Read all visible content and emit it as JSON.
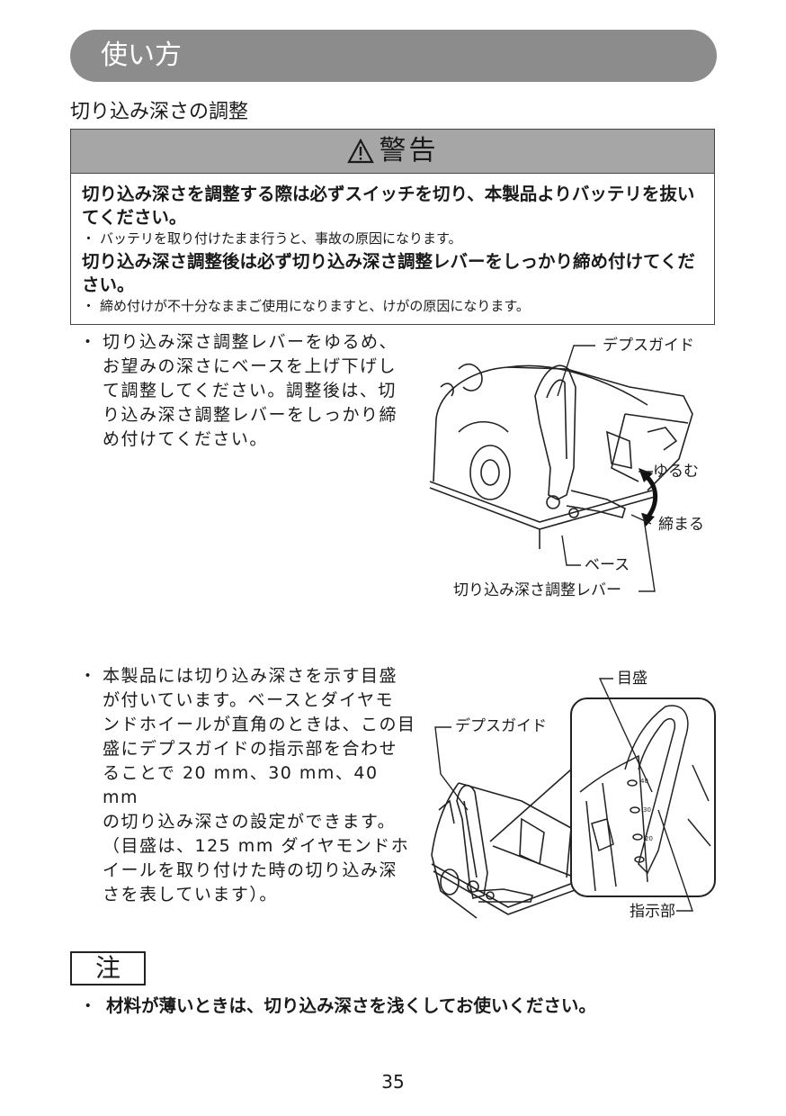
{
  "header": {
    "title": "使い方"
  },
  "section": {
    "title": "切り込み深さの調整"
  },
  "warning": {
    "heading": "警告",
    "items": [
      {
        "strong": "切り込み深さを調整する際は必ずスイッチを切り、本製品よりバッテリを抜いてください。",
        "note": "バッテリを取り付けたまま行うと、事故の原因になります。"
      },
      {
        "strong": "切り込み深さ調整後は必ず切り込み深さ調整レバーをしっかり締め付けてください。",
        "note": "締め付けが不十分なままご使用になりますと、けがの原因になります。"
      }
    ]
  },
  "instructions": [
    {
      "lines": [
        "切り込み深さ調整レバーをゆるめ、",
        "お望みの深さにベースを上げ下げし",
        "て調整してください。調整後は、切",
        "り込み深さ調整レバーをしっかり締",
        "め付けてください。"
      ]
    },
    {
      "lines": [
        "本製品には切り込み深さを示す目盛",
        "が付いています。ベースとダイヤモ",
        "ンドホイールが直角のときは、この目",
        "盛にデプスガイドの指示部を合わせ",
        "ることで 20 mm、30 mm、40 mm",
        "の切り込み深さの設定ができます。",
        "（目盛は、125 mm ダイヤモンドホ",
        "イールを取り付けた時の切り込み深",
        "さを表しています）。"
      ]
    }
  ],
  "figure1": {
    "labels": {
      "depth_guide": "デプスガイド",
      "loosen": "ゆるむ",
      "tighten": "締まる",
      "base": "ベース",
      "lever": "切り込み深さ調整レバー"
    }
  },
  "figure2": {
    "labels": {
      "scale": "目盛",
      "depth_guide": "デプスガイド",
      "indicator": "指示部"
    },
    "scale_marks": [
      "40",
      "30",
      "20"
    ]
  },
  "note": {
    "heading": "注",
    "bullet": "・",
    "text": "材料が薄いときは、切り込み深さを浅くしてお使いください。"
  },
  "page": {
    "number": "35"
  }
}
